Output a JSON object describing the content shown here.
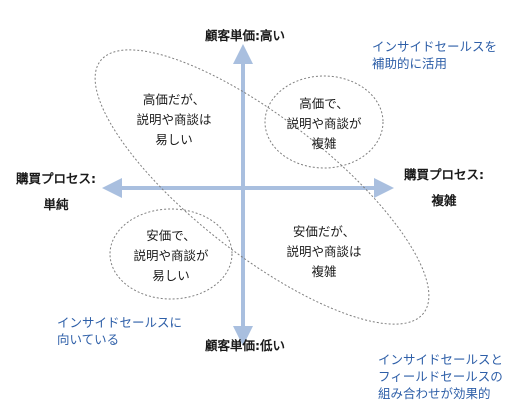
{
  "axes": {
    "top": "顧客単価:高い",
    "bottom": "顧客単価:低い",
    "left_line1": "購買プロセス:",
    "left_line2": "単純",
    "right_line1": "購買プロセス:",
    "right_line2": "複雑"
  },
  "quadrants": {
    "top_left": [
      "高価だが、",
      "説明や商談は",
      "易しい"
    ],
    "top_right": [
      "高価で、",
      "説明や商談が",
      "複雑"
    ],
    "bottom_left": [
      "安価で、",
      "説明や商談が",
      "易しい"
    ],
    "bottom_right": [
      "安価だが、",
      "説明や商談は",
      "複雑"
    ]
  },
  "annotations": {
    "top_right": [
      "インサイドセールスを",
      "補助的に活用"
    ],
    "bottom_left": [
      "インサイドセールスに",
      "向いている"
    ],
    "bottom_right": [
      "インサイドセールスと",
      "フィールドセールスの",
      "組み合わせが効果的"
    ]
  },
  "colors": {
    "axis": "#a9bfdf",
    "annotation_text": "#2e5fa8",
    "ellipse_stroke": "#7f7f7f"
  }
}
